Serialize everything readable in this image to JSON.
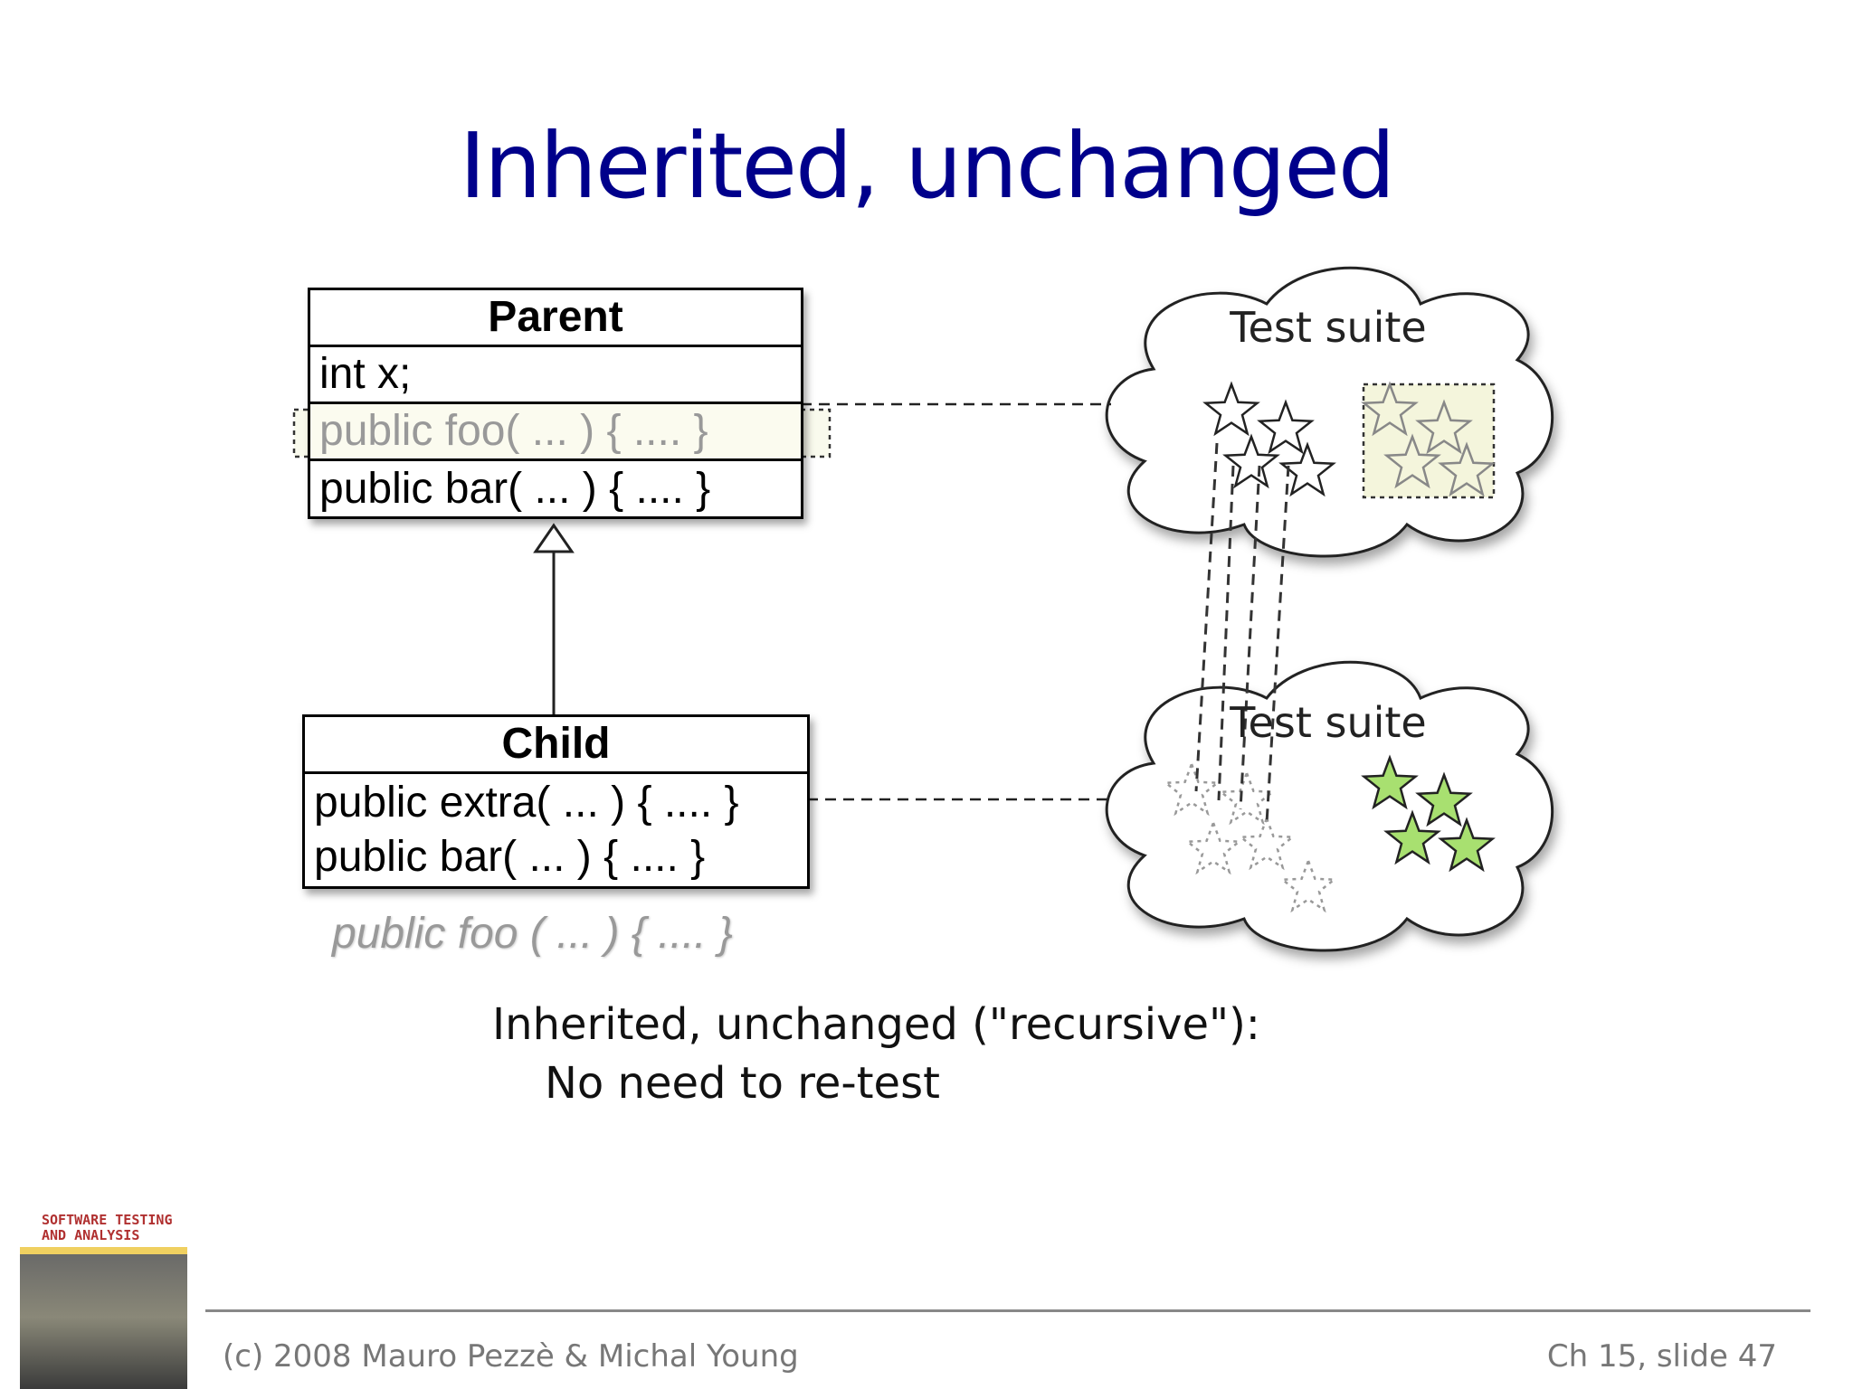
{
  "slide": {
    "title": "Inherited, unchanged",
    "parent_class": {
      "name": "Parent",
      "members": [
        "int x;",
        "public foo( ... ) { .... }",
        "public bar( ... ) { .... }"
      ]
    },
    "child_class": {
      "name": "Child",
      "members": [
        "public extra( ... ) { .... }",
        "public bar( ... ) { .... }"
      ],
      "inherited_member": "public foo ( ... ) { .... }"
    },
    "test_suite_top": "Test suite",
    "test_suite_bottom": "Test suite",
    "caption_line1": "Inherited, unchanged (\"recursive\"):",
    "caption_line2": "No need to re-test",
    "colors": {
      "title": "#00008b",
      "highlight": "#f4f5dc",
      "new_test_star": "#a8e070"
    }
  },
  "footer": {
    "copyright": "(c) 2008 Mauro Pezzè & Michal Young",
    "slide_number": "Ch 15, slide 47",
    "book_cover_text": "SOFTWARE TESTING AND ANALYSIS"
  }
}
